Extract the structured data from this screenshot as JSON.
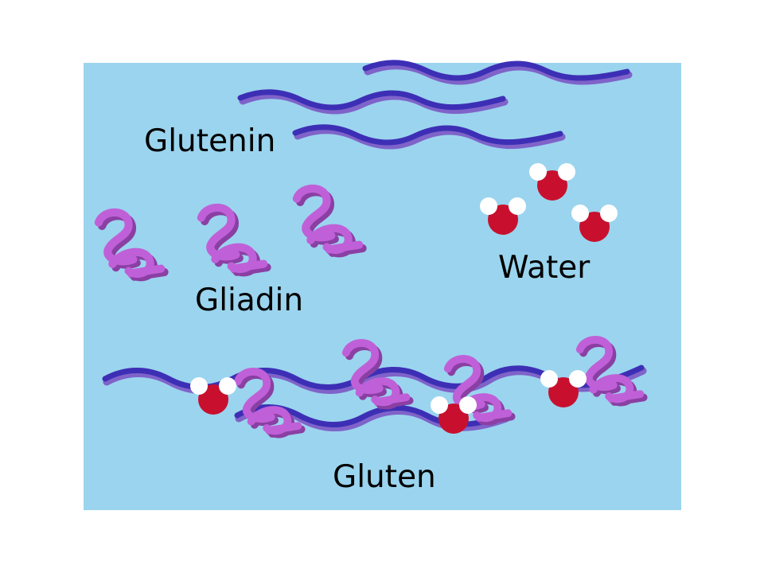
{
  "labels": {
    "glutenin": "Glutenin",
    "gliadin": "Gliadin",
    "water": "Water",
    "gluten": "Gluten"
  },
  "colors": {
    "panel_background": "#9bd4ee",
    "strand_glutenin": "#3d2fb5",
    "strand_glutenin_shadow": "#7f63c9",
    "gliadin_coil": "#c060d8",
    "gliadin_coil_shadow": "#8a3fa3",
    "water_oxygen": "#c8102e",
    "water_hydrogen": "#ffffff"
  },
  "icons": {
    "glutenin": "wavy-strand-icon",
    "gliadin": "coil-icon",
    "water": "water-molecule-icon"
  }
}
